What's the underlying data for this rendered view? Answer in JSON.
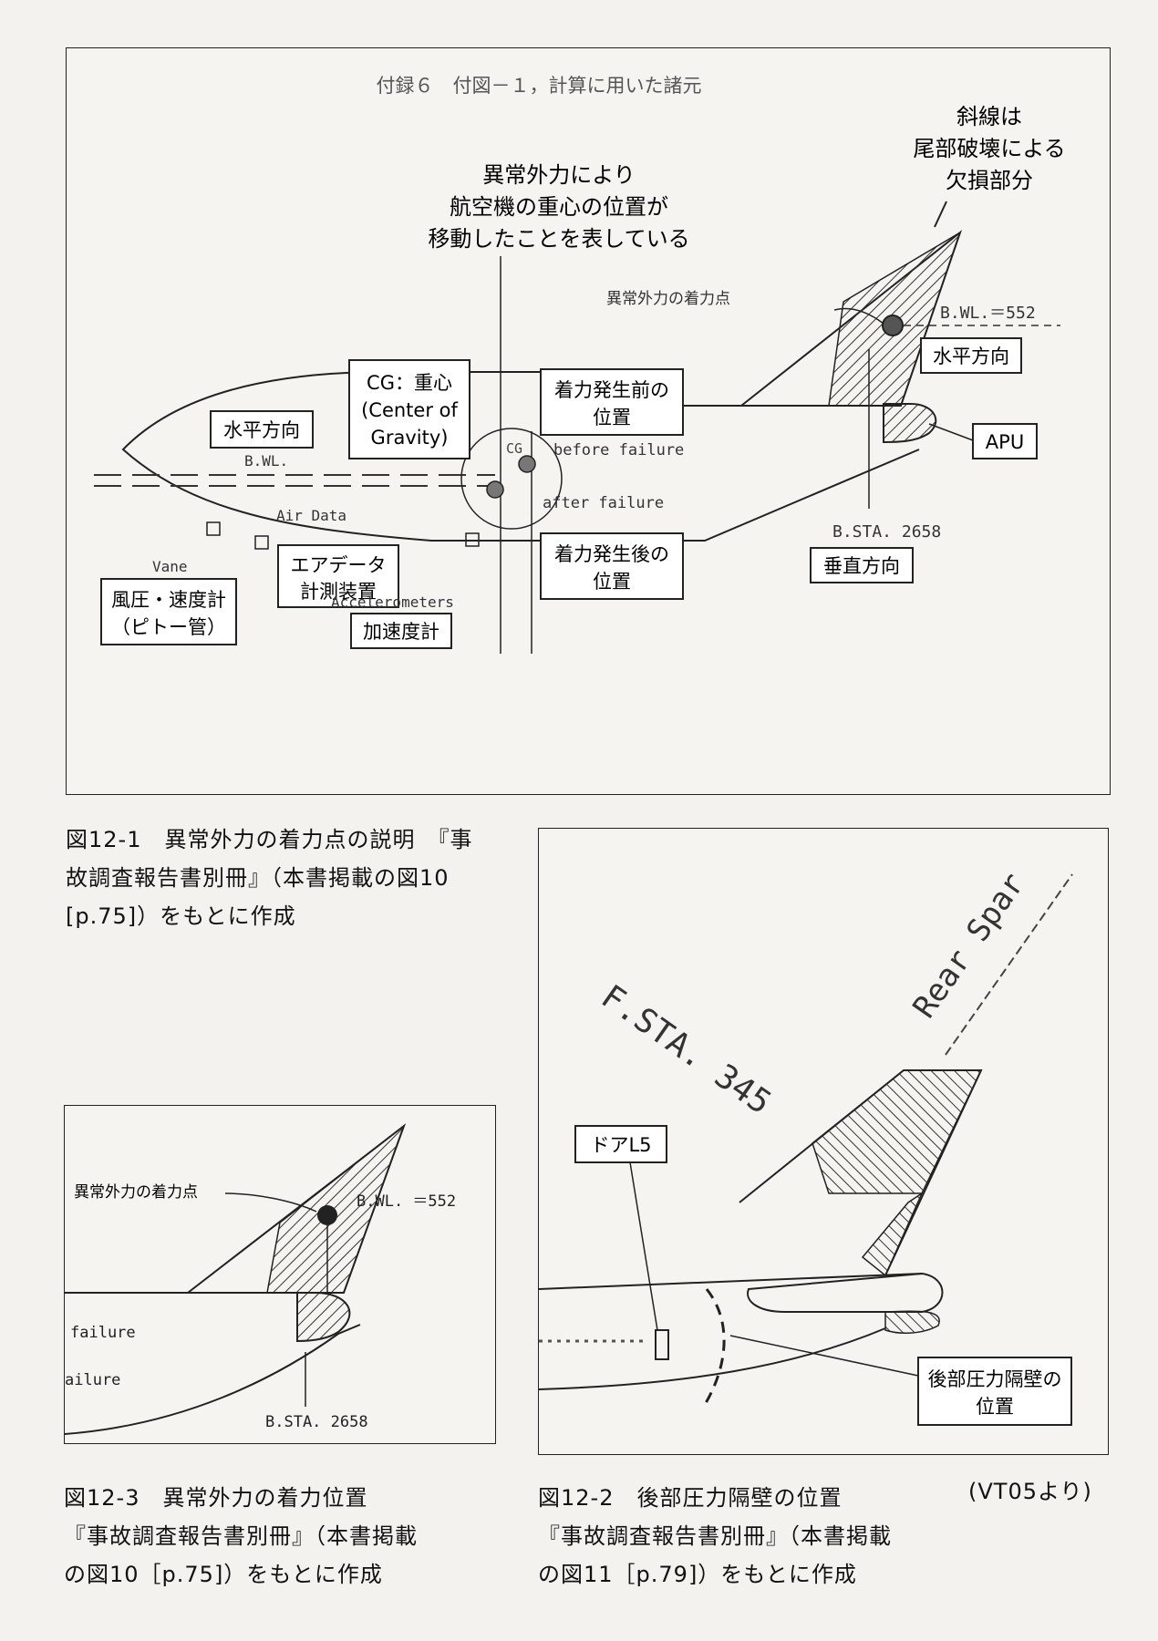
{
  "fig1": {
    "header": "付録６　付図－１，計算に用いた諸元",
    "note_shift": [
      "異常外力により",
      "航空機の重心の位置が",
      "移動したことを表している"
    ],
    "note_hatch": [
      "斜線は",
      "尾部破壊による",
      "欠損部分"
    ],
    "impact_point": "異常外力の着力点",
    "bwl552": "B.WL.＝552",
    "horiz_right": "水平方向",
    "apu": "APU",
    "cg_box": [
      "CG：重心",
      "(Center of",
      "Gravity)"
    ],
    "before_box": [
      "着力発生前の",
      "位置"
    ],
    "after_box": [
      "着力発生後の",
      "位置"
    ],
    "horiz_left": "水平方向",
    "bwl": "B.WL.",
    "cg": "CG",
    "before_failure": "before failure",
    "after_failure": "after failure",
    "air_data": "Air Data",
    "air_data_box": [
      "エアデータ",
      "計測装置"
    ],
    "vane": "Vane",
    "vane_box": [
      "風圧・速度計",
      "（ピトー管）"
    ],
    "accel": "Accelerometers",
    "accel_box": "加速度計",
    "bsta": "B.STA. 2658",
    "vertical": "垂直方向"
  },
  "fig2": {
    "fsta": "F.STA. 345",
    "rear_spar": "Rear Spar",
    "door": "ドアL5",
    "bulkhead_box": [
      "後部圧力隔壁の",
      "位置"
    ]
  },
  "fig3": {
    "impact_point": "異常外力の着力点",
    "bwl552": "B.WL. ＝552",
    "failure1": "failure",
    "failure2": "ailure",
    "bsta": "B.STA. 2658"
  },
  "captions": {
    "c1": [
      "図12-1　異常外力の着力点の説明　『事",
      "故調査報告書別冊』（本書掲載の図10",
      "[p.75]）をもとに作成"
    ],
    "c3": [
      "図12-3　異常外力の着力位置",
      "『事故調査報告書別冊』（本書掲載",
      "の図10［p.75]）をもとに作成"
    ],
    "c2": [
      "図12-2　後部圧力隔壁の位置",
      "『事故調査報告書別冊』（本書掲載",
      "の図11［p.79]）をもとに作成"
    ],
    "vt05": "(VT05より)"
  }
}
